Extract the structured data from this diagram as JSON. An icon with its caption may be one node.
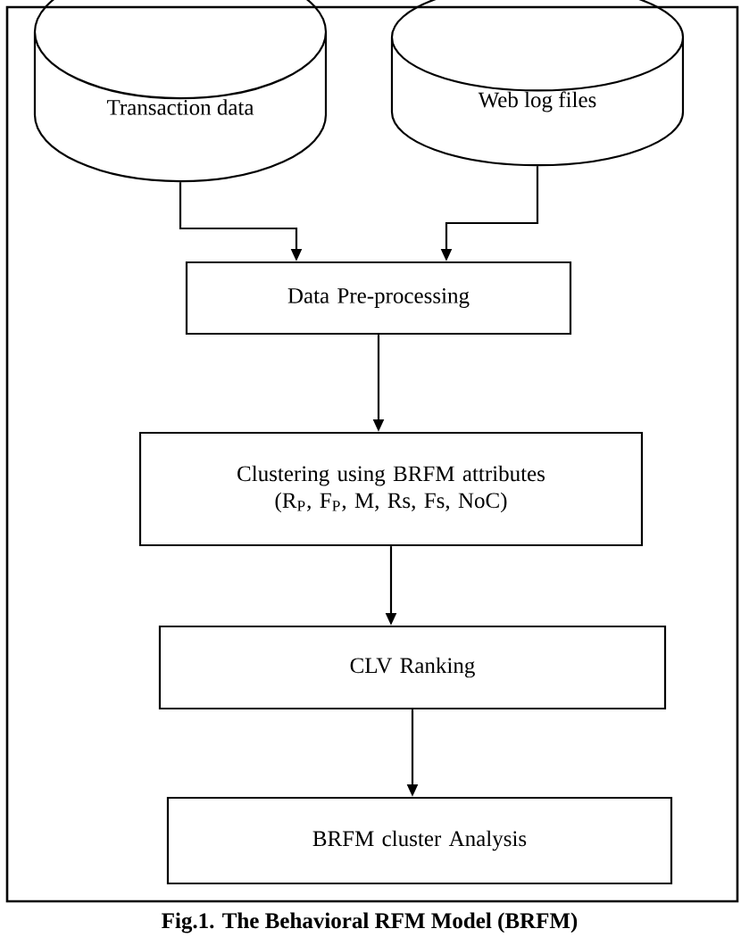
{
  "diagram": {
    "caption": "Fig.1. The Behavioral RFM Model (BRFM)",
    "nodes": [
      {
        "text": [
          "Transaction data"
        ]
      },
      {
        "text": [
          "Web log files"
        ]
      },
      {
        "text": [
          "Data Pre-processing"
        ]
      },
      {
        "text": [
          "Clustering using BRFM attributes (R$_{P}$, F$_{P}$, M, Rs, Fs, NoC)"
        ]
      },
      {
        "text": [
          "CLV Ranking"
        ]
      },
      {
        "text": [
          "BRFM cluster Analysis"
        ]
      }
    ],
    "edges": [
      {
        "from": 0,
        "to": 2,
        "arrow": "to"
      },
      {
        "from": 1,
        "to": 2,
        "arrow": "to"
      },
      {
        "from": 2,
        "to": 3,
        "arrow": "to"
      },
      {
        "from": 3,
        "to": 4,
        "arrow": "to"
      },
      {
        "from": 4,
        "to": 5,
        "arrow": "to"
      }
    ]
  }
}
